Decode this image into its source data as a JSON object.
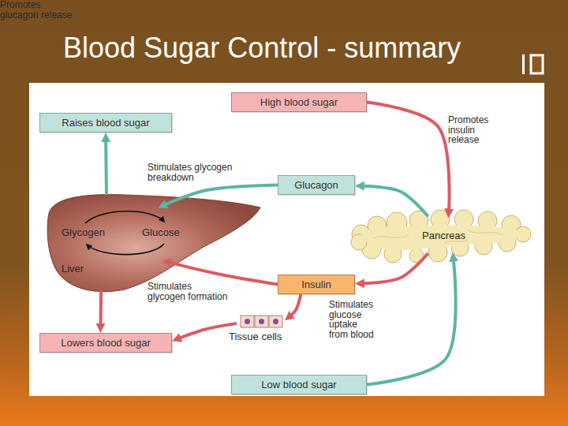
{
  "diagram": {
    "title": "Blood Sugar Control - summary",
    "nodes": [
      {
        "text": [
          "High blood sugar"
        ]
      },
      {
        "text": [
          "Raises blood sugar"
        ]
      },
      {
        "text": [
          "Glucagon"
        ]
      },
      {
        "text": [
          "Glycogen",
          "Glucose",
          "Liver"
        ]
      },
      {
        "text": [
          "Pancreas"
        ]
      },
      {
        "text": [
          "Insulin"
        ]
      },
      {
        "text": [
          "Tissue cells"
        ]
      },
      {
        "text": [
          "Lowers blood sugar"
        ]
      },
      {
        "text": [
          "Low blood sugar"
        ]
      }
    ],
    "edges": [
      {
        "from": 0,
        "to": 4,
        "arrow": "to",
        "label": "Promotes insulin release"
      },
      {
        "from": 4,
        "to": 2,
        "arrow": "to"
      },
      {
        "from": 2,
        "to": 3,
        "arrow": "to",
        "label": "Stimulates glycogen breakdown"
      },
      {
        "from": 3,
        "to": 1,
        "arrow": "to"
      },
      {
        "from": 4,
        "to": 5,
        "arrow": "to"
      },
      {
        "from": 5,
        "to": 3,
        "arrow": "to",
        "label": "Stimulates glycogen formation"
      },
      {
        "from": 5,
        "to": 6,
        "arrow": "to",
        "label": "Stimulates glucose uptake from blood"
      },
      {
        "from": 3,
        "to": 7,
        "arrow": "to"
      },
      {
        "from": 6,
        "to": 7,
        "arrow": "to"
      },
      {
        "from": 8,
        "to": 4,
        "arrow": "to",
        "label": "Promotes glucagon release"
      }
    ]
  }
}
